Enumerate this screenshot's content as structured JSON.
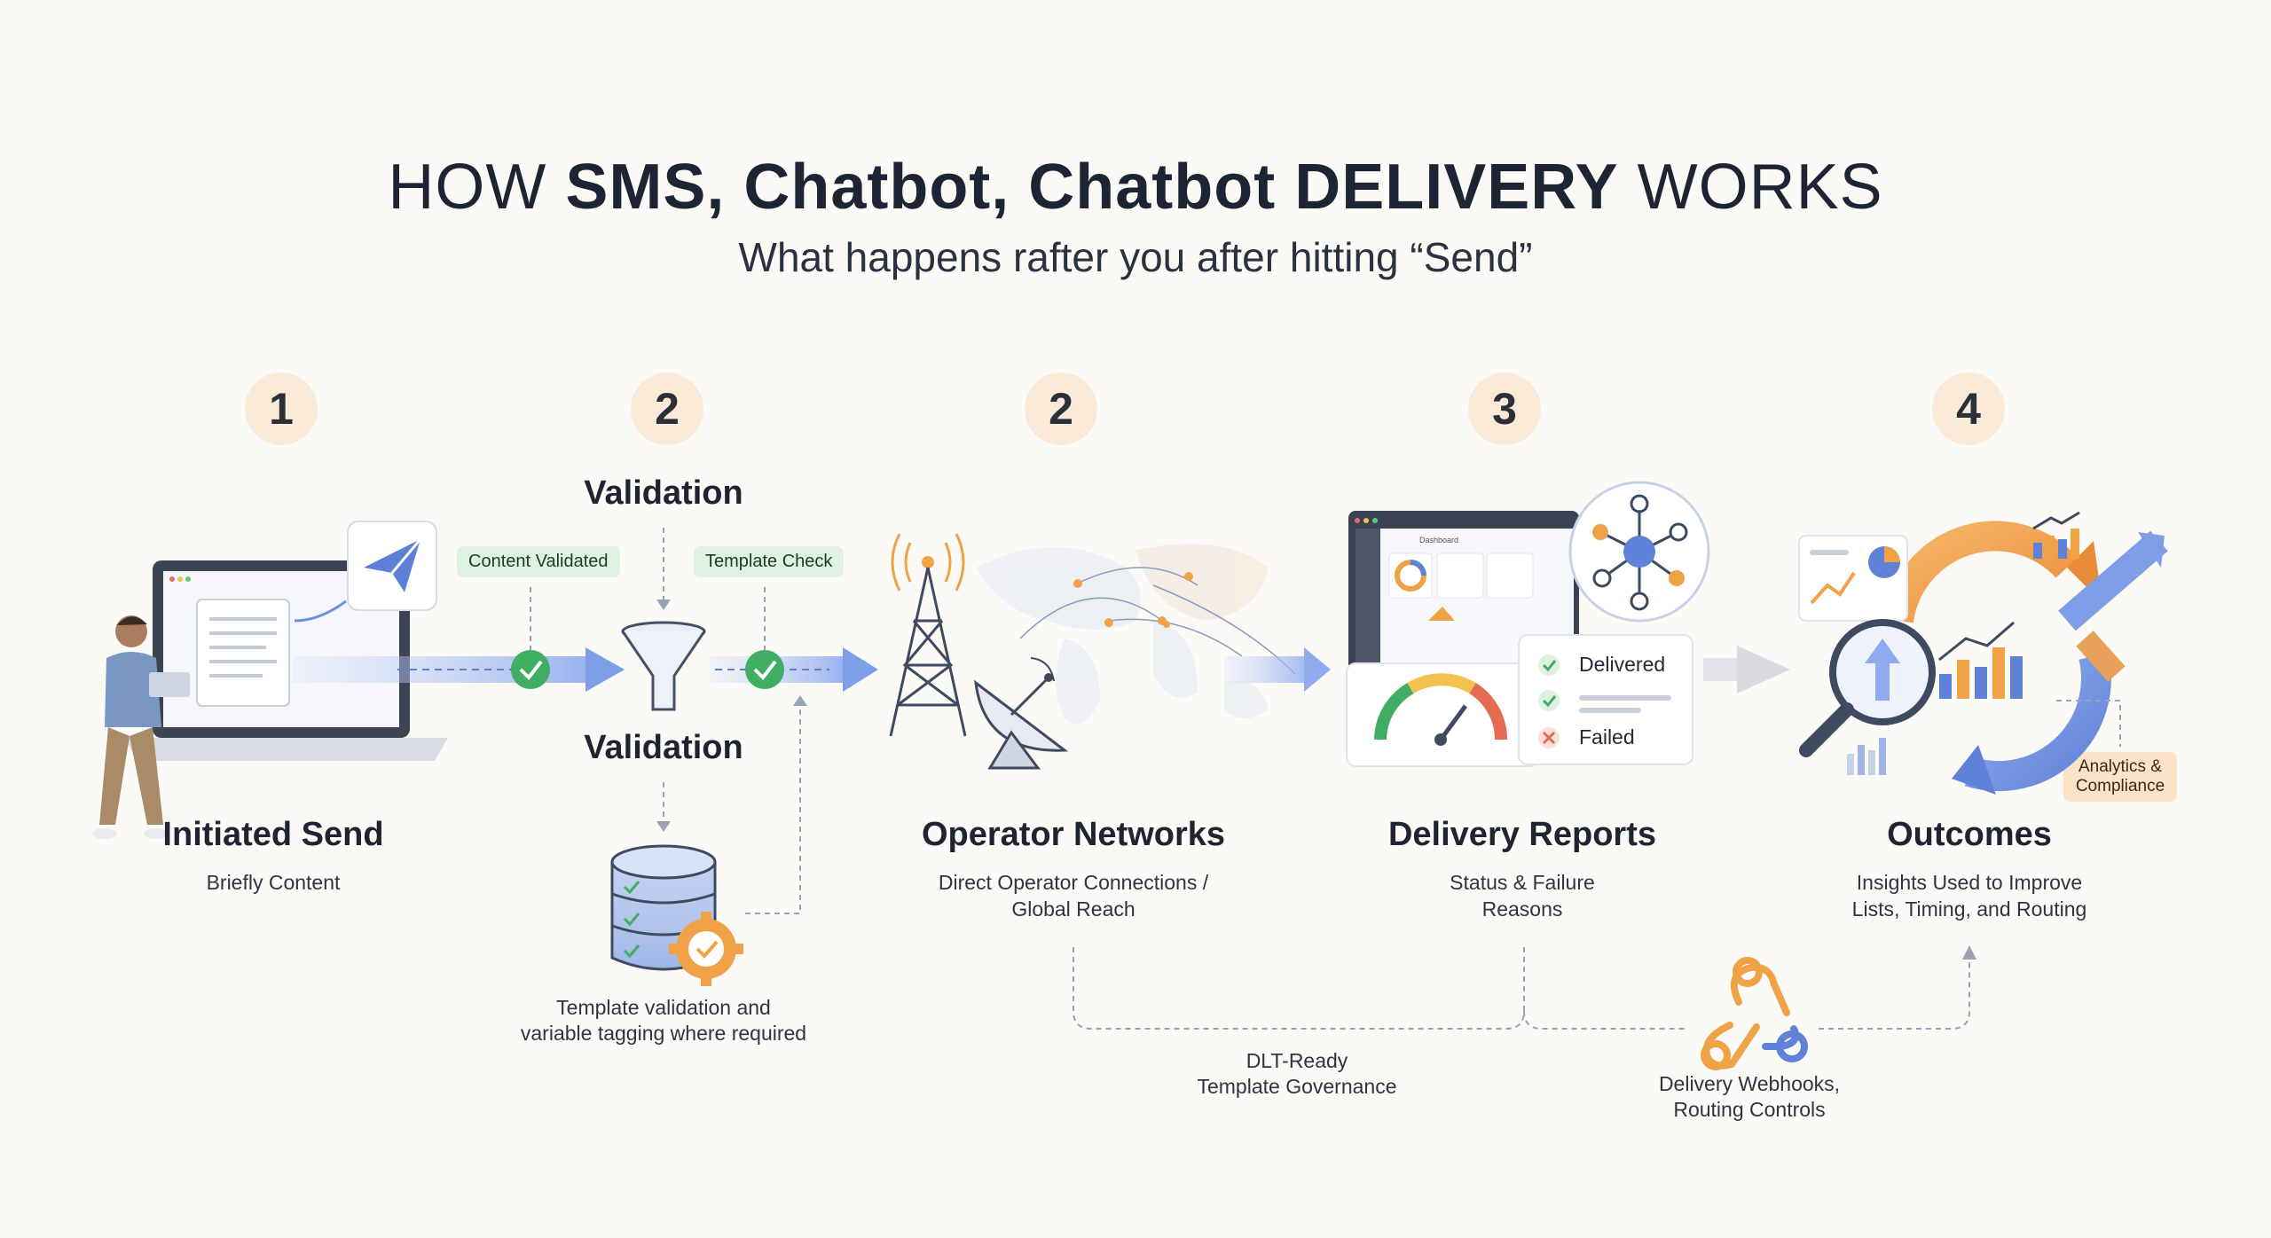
{
  "header": {
    "title_prefix": "HOW ",
    "title_bold": "SMS, Chatbot, Chatbot DELIVERY",
    "title_suffix": " WORKS",
    "subtitle": "What happens rafter you after hitting “Send”"
  },
  "steps": [
    {
      "number": "1",
      "title": "Initiated Send",
      "desc": "Briefly Content"
    },
    {
      "number": "2",
      "title": "Validation",
      "title_lower": "Validation",
      "desc": "Template validation and\nvariable tagging where required"
    },
    {
      "number": "2",
      "title": "Operator Networks",
      "desc": "Direct Operator Connections /\nGlobal Reach"
    },
    {
      "number": "3",
      "title": "Delivery Reports",
      "desc": "Status & Failure\nReasons"
    },
    {
      "number": "4",
      "title": "Outcomes",
      "desc": "Insights Used to Improve\nLists, Timing, and Routing"
    }
  ],
  "pills": {
    "content_validated": "Content Validated",
    "template_check": "Template Check",
    "analytics": "Analytics &\nCompliance"
  },
  "report_card": {
    "delivered": "Delivered",
    "failed": "Failed",
    "dashboard_label": "Dashboard"
  },
  "footer": {
    "dlt": "DLT-Ready\nTemplate Governance",
    "webhooks": "Delivery Webhooks,\nRouting Controls"
  },
  "colors": {
    "badge_bg": "#fbe9d8",
    "check_green": "#3fae62",
    "arrow_blue": "#7f9ee8",
    "accent_orange": "#f0a247"
  }
}
